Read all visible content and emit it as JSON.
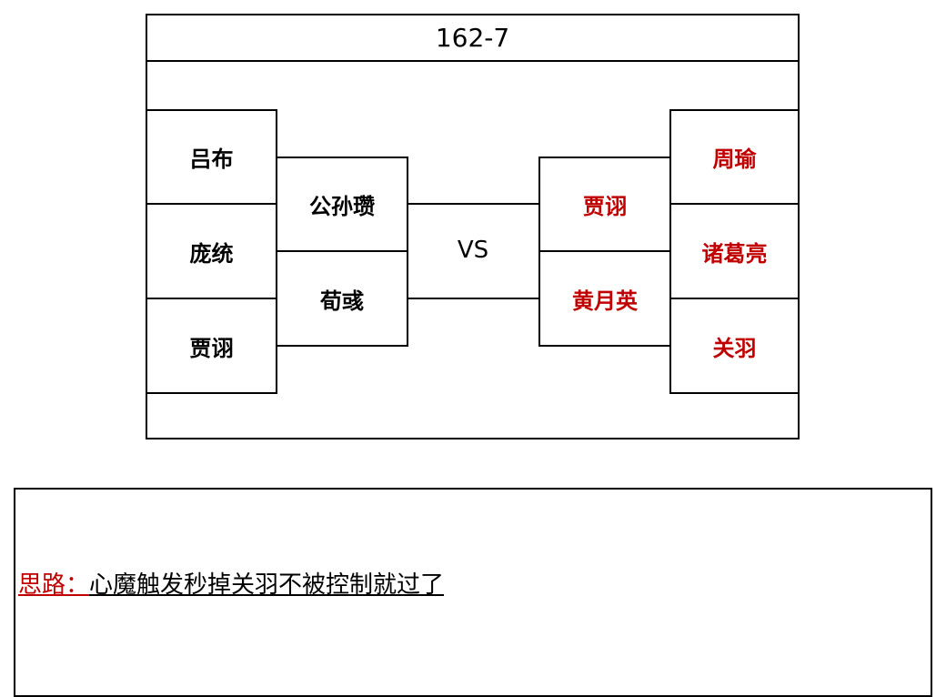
{
  "title": "162-7",
  "left_team": {
    "outer": [
      "吕布",
      "庞统",
      "贾诩"
    ],
    "inner": [
      "公孙瓒",
      "荀彧"
    ]
  },
  "vs_label": "VS",
  "right_team": {
    "inner": [
      "贾诩",
      "黄月英"
    ],
    "outer": [
      "周瑜",
      "诸葛亮",
      "关羽"
    ]
  },
  "note": {
    "label": "思路：",
    "text": "心魔触发秒掉关羽不被控制就过了"
  },
  "colors": {
    "right_team_text": "#c00000",
    "note_label": "#c00000",
    "border": "#000000"
  }
}
